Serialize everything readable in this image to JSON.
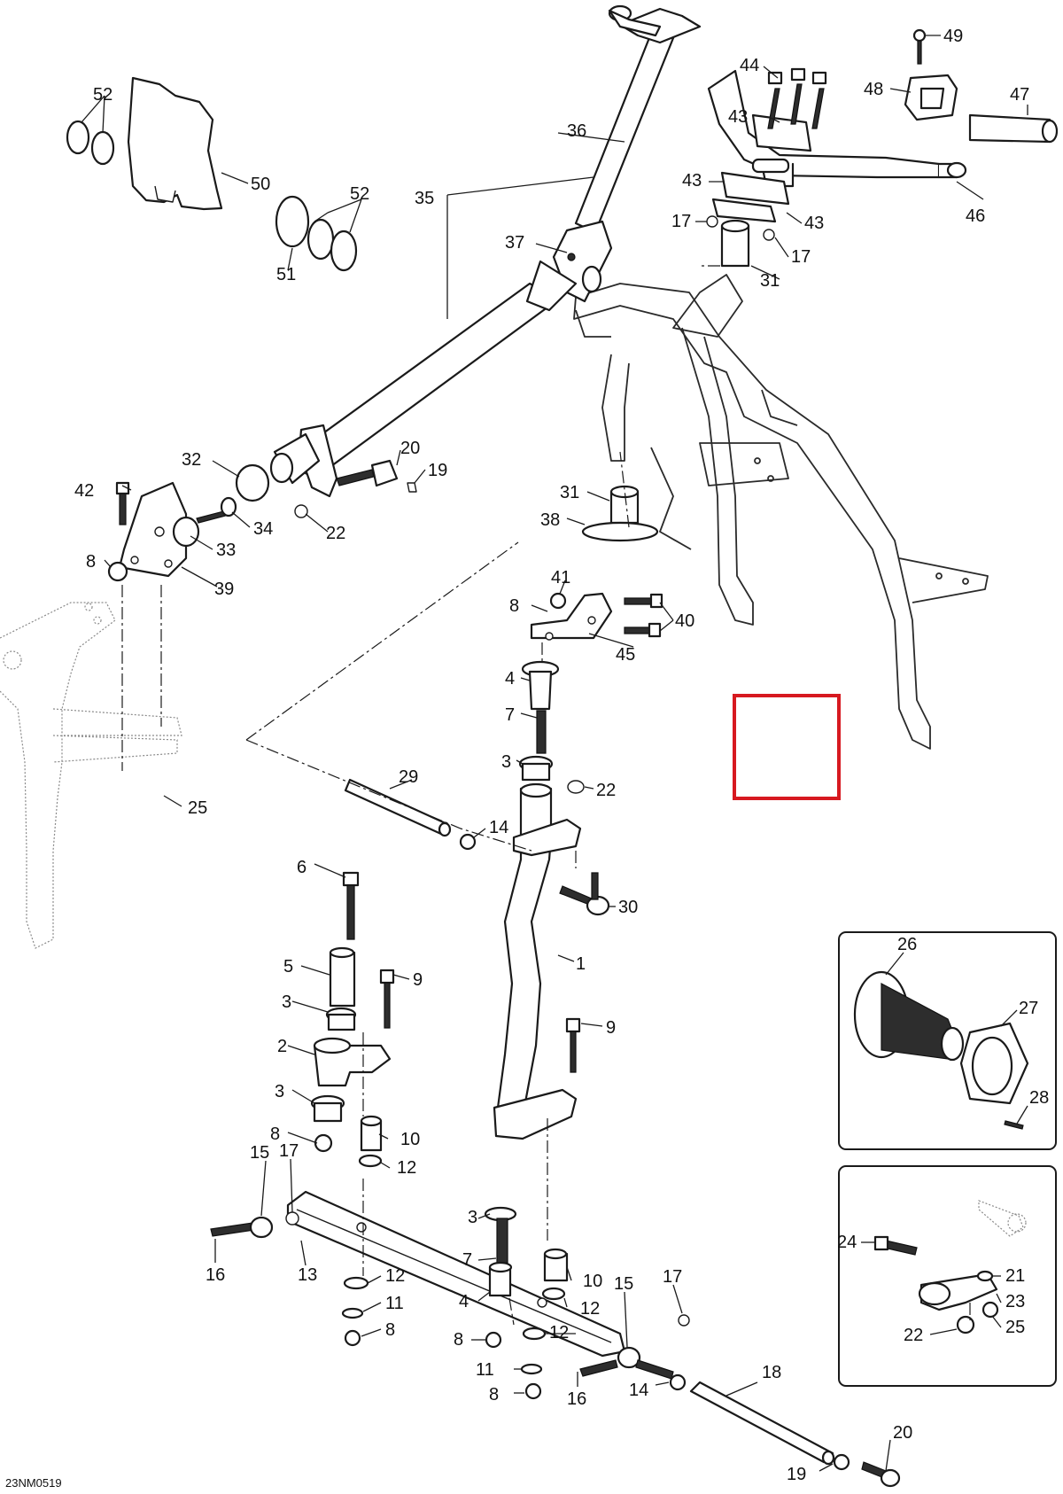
{
  "figure_id": "23NM0519",
  "highlight_color": "#d71920",
  "callouts": [
    {
      "id": "c52a",
      "label": "52"
    },
    {
      "id": "c50",
      "label": "50"
    },
    {
      "id": "c51",
      "label": "51"
    },
    {
      "id": "c52b",
      "label": "52"
    },
    {
      "id": "c36",
      "label": "36"
    },
    {
      "id": "c35",
      "label": "35"
    },
    {
      "id": "c37",
      "label": "37"
    },
    {
      "id": "c44",
      "label": "44"
    },
    {
      "id": "c49",
      "label": "49"
    },
    {
      "id": "c48",
      "label": "48"
    },
    {
      "id": "c47",
      "label": "47"
    },
    {
      "id": "c43a",
      "label": "43"
    },
    {
      "id": "c43b",
      "label": "43"
    },
    {
      "id": "c43c",
      "label": "43"
    },
    {
      "id": "c17a",
      "label": "17"
    },
    {
      "id": "c17b",
      "label": "17"
    },
    {
      "id": "c46",
      "label": "46"
    },
    {
      "id": "c31a",
      "label": "31"
    },
    {
      "id": "c31b",
      "label": "31"
    },
    {
      "id": "c38",
      "label": "38"
    },
    {
      "id": "c32",
      "label": "32"
    },
    {
      "id": "c20a",
      "label": "20"
    },
    {
      "id": "c19a",
      "label": "19"
    },
    {
      "id": "c22a",
      "label": "22"
    },
    {
      "id": "c42",
      "label": "42"
    },
    {
      "id": "c34",
      "label": "34"
    },
    {
      "id": "c33",
      "label": "33"
    },
    {
      "id": "c8a",
      "label": "8"
    },
    {
      "id": "c39",
      "label": "39"
    },
    {
      "id": "c41",
      "label": "41"
    },
    {
      "id": "c8b",
      "label": "8"
    },
    {
      "id": "c40",
      "label": "40"
    },
    {
      "id": "c45",
      "label": "45"
    },
    {
      "id": "c4a",
      "label": "4"
    },
    {
      "id": "c7a",
      "label": "7"
    },
    {
      "id": "c3a",
      "label": "3"
    },
    {
      "id": "c22b",
      "label": "22"
    },
    {
      "id": "c29",
      "label": "29"
    },
    {
      "id": "c25a",
      "label": "25"
    },
    {
      "id": "c14a",
      "label": "14"
    },
    {
      "id": "c30",
      "label": "30"
    },
    {
      "id": "c6",
      "label": "6"
    },
    {
      "id": "c1",
      "label": "1"
    },
    {
      "id": "c5",
      "label": "5"
    },
    {
      "id": "c9a",
      "label": "9"
    },
    {
      "id": "c3b",
      "label": "3"
    },
    {
      "id": "c2",
      "label": "2"
    },
    {
      "id": "c9b",
      "label": "9"
    },
    {
      "id": "c3c",
      "label": "3"
    },
    {
      "id": "c8c",
      "label": "8"
    },
    {
      "id": "c10a",
      "label": "10"
    },
    {
      "id": "c12a",
      "label": "12"
    },
    {
      "id": "c15a",
      "label": "15"
    },
    {
      "id": "c17c",
      "label": "17"
    },
    {
      "id": "c16a",
      "label": "16"
    },
    {
      "id": "c13",
      "label": "13"
    },
    {
      "id": "c3d",
      "label": "3"
    },
    {
      "id": "c7b",
      "label": "7"
    },
    {
      "id": "c4b",
      "label": "4"
    },
    {
      "id": "c10b",
      "label": "10"
    },
    {
      "id": "c12b",
      "label": "12"
    },
    {
      "id": "c12c",
      "label": "12"
    },
    {
      "id": "c11a",
      "label": "11"
    },
    {
      "id": "c8d",
      "label": "8"
    },
    {
      "id": "c8e",
      "label": "8"
    },
    {
      "id": "c12d",
      "label": "12"
    },
    {
      "id": "c11b",
      "label": "11"
    },
    {
      "id": "c8f",
      "label": "8"
    },
    {
      "id": "c16b",
      "label": "16"
    },
    {
      "id": "c15b",
      "label": "15"
    },
    {
      "id": "c17d",
      "label": "17"
    },
    {
      "id": "c14b",
      "label": "14"
    },
    {
      "id": "c18",
      "label": "18"
    },
    {
      "id": "c19b",
      "label": "19"
    },
    {
      "id": "c20b",
      "label": "20"
    },
    {
      "id": "c26",
      "label": "26"
    },
    {
      "id": "c27",
      "label": "27"
    },
    {
      "id": "c28",
      "label": "28"
    },
    {
      "id": "c24",
      "label": "24"
    },
    {
      "id": "c21",
      "label": "21"
    },
    {
      "id": "c23",
      "label": "23"
    },
    {
      "id": "c22c",
      "label": "22"
    },
    {
      "id": "c25b",
      "label": "25"
    }
  ]
}
